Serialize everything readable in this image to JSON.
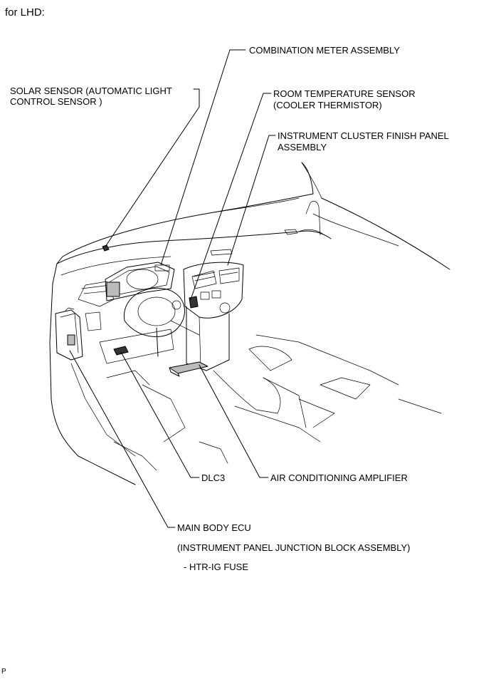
{
  "heading": "for LHD:",
  "labels": {
    "solar_sensor": [
      "SOLAR SENSOR (AUTOMATIC LIGHT",
      "CONTROL SENSOR )"
    ],
    "combination_meter": "COMBINATION METER ASSEMBLY",
    "room_temp_sensor": [
      "ROOM TEMPERATURE SENSOR",
      "(COOLER THERMISTOR)"
    ],
    "cluster_finish_panel": [
      "INSTRUMENT CLUSTER FINISH PANEL",
      "ASSEMBLY"
    ],
    "dlc3": "DLC3",
    "air_conditioning_amplifier": "AIR CONDITIONING AMPLIFIER",
    "main_body_ecu": "MAIN BODY ECU",
    "junction_block": "(INSTRUMENT PANEL JUNCTION BLOCK ASSEMBLY)",
    "fuse": "- HTR-IG FUSE"
  },
  "corner_mark": "P"
}
